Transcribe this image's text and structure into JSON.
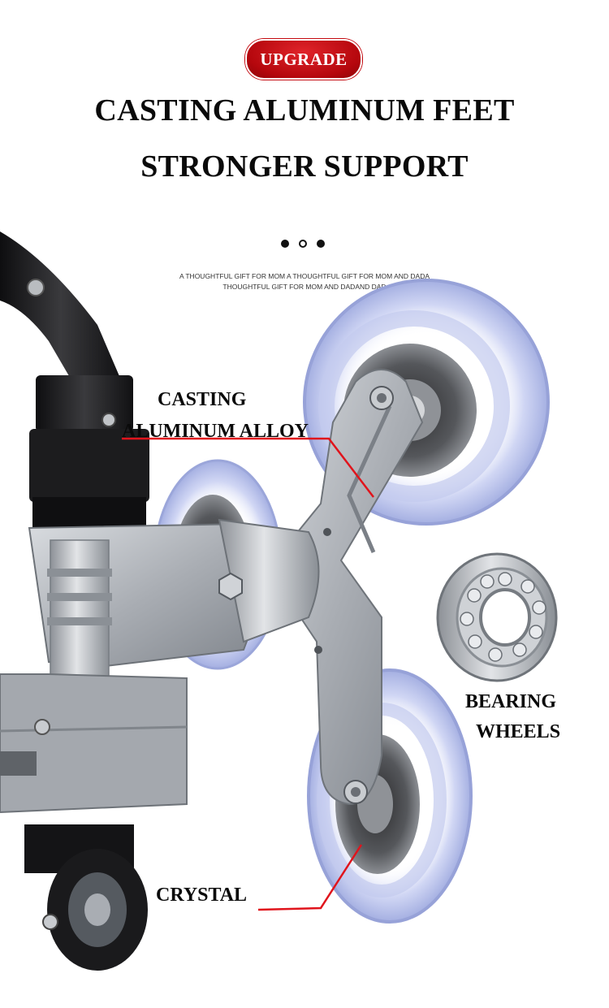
{
  "badge": {
    "label": "UPGRADE"
  },
  "headline": {
    "line1": "CASTING ALUMINUM FEET",
    "line2": "STRONGER SUPPORT"
  },
  "gift_text": "A THOUGHTFUL GIFT FOR MOM A THOUGHTFUL GIFT FOR MOM AND DADA THOUGHTFUL GIFT FOR MOM AND DADAND DAD",
  "callouts": {
    "casting_line1": "CASTING",
    "casting_line2": "ALUMINUM ALLOY",
    "bearing_line1": "BEARING",
    "bearing_line2": "WHEELS",
    "crystal": "CRYSTAL"
  },
  "colors": {
    "accent_red": "#c40a10",
    "callout_line": "#e0141c",
    "wheel_tint": "#b9c3ee",
    "aluminum": "#b8bcc2",
    "handle": "#1a1a1c"
  },
  "icons": [
    "pagination-dots-icon",
    "bearing-icon",
    "wheel-icon"
  ]
}
